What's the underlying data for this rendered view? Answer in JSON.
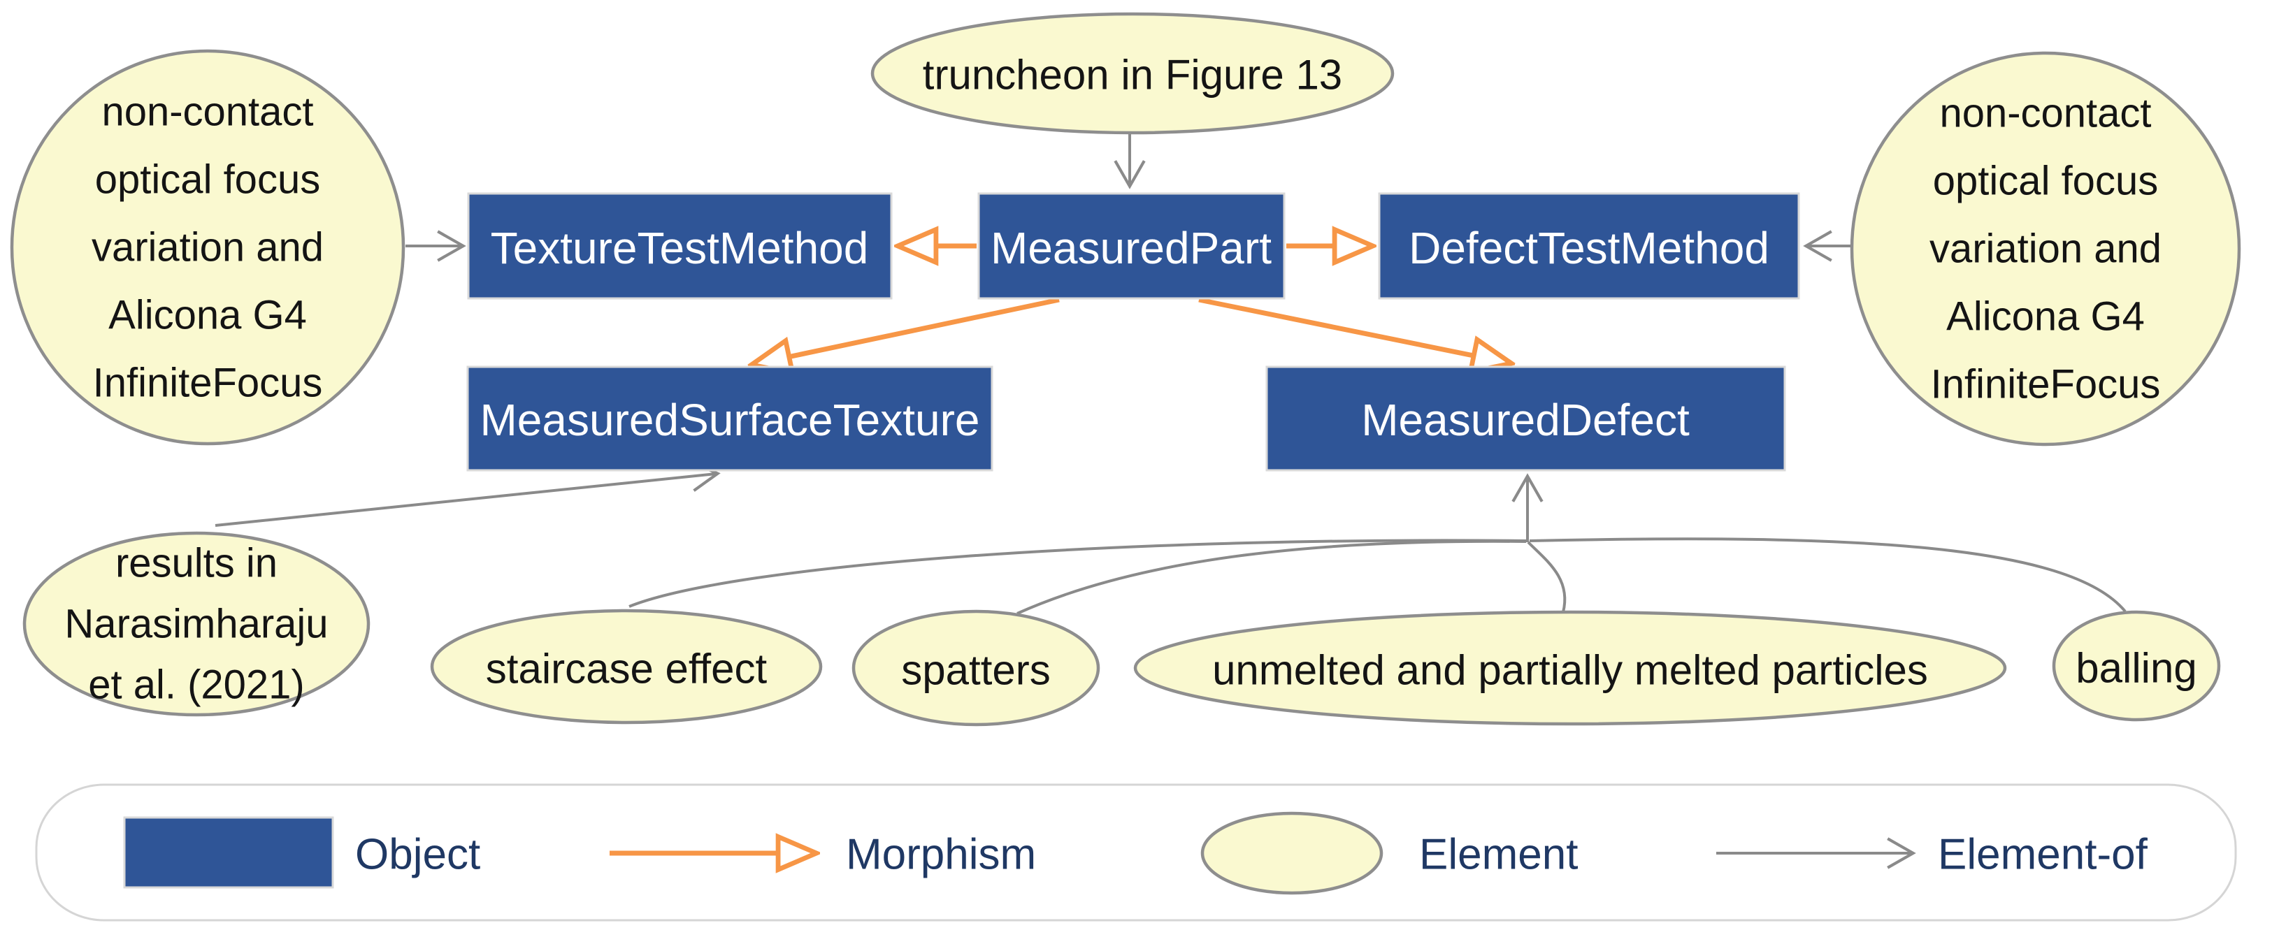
{
  "colors": {
    "object_fill": "#2F5597",
    "object_text": "#FFFFFF",
    "element_fill": "#FAF9D0",
    "element_stroke": "#8E8E8E",
    "morphism_arrow": "#F79646",
    "element_of_arrow": "#8A8A8A",
    "legend_text": "#1F3864",
    "legend_border": "#D5D5D5"
  },
  "nodes": {
    "truncheon": {
      "label": "truncheon in Figure 13"
    },
    "texture_test_method": {
      "label": "TextureTestMethod"
    },
    "measured_part": {
      "label": "MeasuredPart"
    },
    "defect_test_method": {
      "label": "DefectTestMethod"
    },
    "measured_surface_texture": {
      "label": "MeasuredSurfaceTexture"
    },
    "measured_defect": {
      "label": "MeasuredDefect"
    },
    "left_instrument": {
      "lines": [
        "non-contact",
        "optical focus",
        "variation and",
        "Alicona G4",
        "InfiniteFocus"
      ]
    },
    "right_instrument": {
      "lines": [
        "non-contact",
        "optical focus",
        "variation and",
        "Alicona G4",
        "InfiniteFocus"
      ]
    },
    "results": {
      "lines": [
        "results in",
        "Narasimharaju",
        "et al. (2021)"
      ]
    },
    "staircase": {
      "label": "staircase effect"
    },
    "spatters": {
      "label": "spatters"
    },
    "unmelted": {
      "label": "unmelted and partially melted particles"
    },
    "balling": {
      "label": "balling"
    }
  },
  "edges": [
    {
      "from": "truncheon",
      "to": "measured_part",
      "type": "element-of"
    },
    {
      "from": "left_instrument",
      "to": "texture_test_method",
      "type": "element-of"
    },
    {
      "from": "right_instrument",
      "to": "defect_test_method",
      "type": "element-of"
    },
    {
      "from": "results",
      "to": "measured_surface_texture",
      "type": "element-of"
    },
    {
      "from": "staircase",
      "to": "measured_defect",
      "type": "element-of"
    },
    {
      "from": "spatters",
      "to": "measured_defect",
      "type": "element-of"
    },
    {
      "from": "unmelted",
      "to": "measured_defect",
      "type": "element-of"
    },
    {
      "from": "balling",
      "to": "measured_defect",
      "type": "element-of"
    },
    {
      "from": "measured_part",
      "to": "texture_test_method",
      "type": "morphism"
    },
    {
      "from": "measured_part",
      "to": "defect_test_method",
      "type": "morphism"
    },
    {
      "from": "measured_part",
      "to": "measured_surface_texture",
      "type": "morphism"
    },
    {
      "from": "measured_part",
      "to": "measured_defect",
      "type": "morphism"
    }
  ],
  "legend": {
    "object_label": "Object",
    "morphism_label": "Morphism",
    "element_label": "Element",
    "element_of_label": "Element-of"
  }
}
